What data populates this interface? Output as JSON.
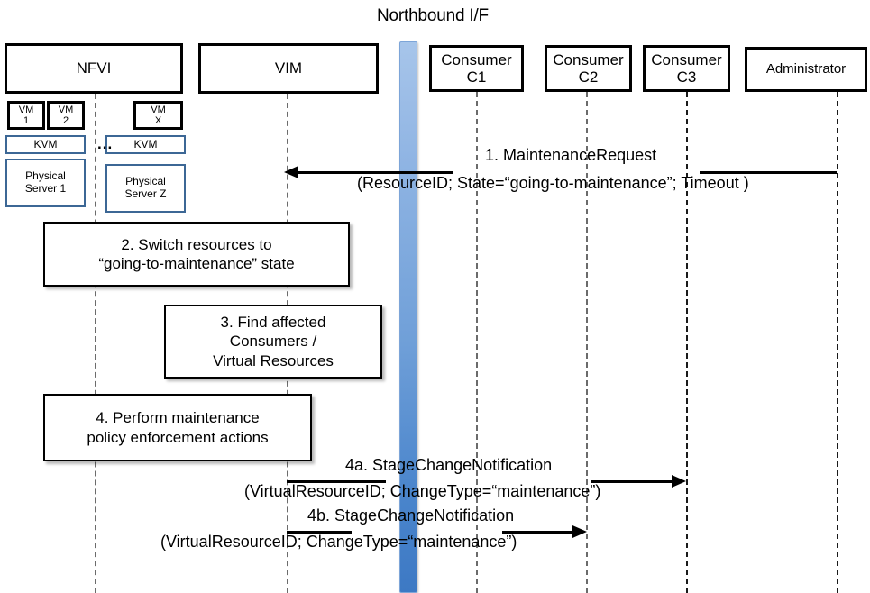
{
  "diagram": {
    "title": "Northbound I/F",
    "type": "uml-sequence-diagram"
  },
  "actors": [
    {
      "id": "nfvi",
      "label": "NFVI"
    },
    {
      "id": "vim",
      "label": "VIM"
    },
    {
      "id": "c1",
      "label_line1": "Consumer",
      "label_line2": "C1"
    },
    {
      "id": "c2",
      "label_line1": "Consumer",
      "label_line2": "C2"
    },
    {
      "id": "c3",
      "label_line1": "Consumer",
      "label_line2": "C3"
    },
    {
      "id": "admin",
      "label": "Administrator"
    }
  ],
  "infrastructure": {
    "vm1": {
      "line1": "VM",
      "line2": "1"
    },
    "vm2": {
      "line1": "VM",
      "line2": "2"
    },
    "vmx": {
      "line1": "VM",
      "line2": "X"
    },
    "kvm_a": "KVM",
    "kvm_b": "KVM",
    "server1": {
      "line1": "Physical",
      "line2": "Server 1"
    },
    "serverz": {
      "line1": "Physical",
      "line2": "Server Z"
    },
    "ellipsis": "..."
  },
  "process_steps": [
    {
      "id": "step2",
      "line1": "2. Switch resources to",
      "line2": "“going-to-maintenance” state"
    },
    {
      "id": "step3",
      "line1": "3. Find affected",
      "line2": "Consumers /",
      "line3": "Virtual Resources"
    },
    {
      "id": "step4",
      "line1": "4. Perform maintenance",
      "line2": "policy enforcement actions"
    }
  ],
  "messages": [
    {
      "id": "msg1",
      "number": "1.",
      "name": "MaintenanceRequest",
      "title": "1.   MaintenanceRequest",
      "params": "(ResourceID; State=“going-to-maintenance”; Timeout )",
      "from": "admin",
      "to": "vim",
      "direction": "left"
    },
    {
      "id": "msg4a",
      "number": "4a.",
      "name": "StageChangeNotification",
      "title": "4a. StageChangeNotification",
      "params": "(VirtualResourceID; ChangeType=“maintenance”)",
      "from": "vim",
      "to": "c3",
      "direction": "right"
    },
    {
      "id": "msg4b",
      "number": "4b.",
      "name": "StageChangeNotification",
      "title": "4b. StageChangeNotification",
      "params": "(VirtualResourceID; ChangeType=“maintenance”)",
      "from": "vim",
      "to": "c2",
      "direction": "right"
    }
  ],
  "colors": {
    "northbound_bar_top": "#a7c5ea",
    "northbound_bar_bottom": "#3d79c4",
    "infra_block_border": "#3c6795",
    "actor_border": "#000000",
    "lifeline": "#6b6b6b"
  }
}
